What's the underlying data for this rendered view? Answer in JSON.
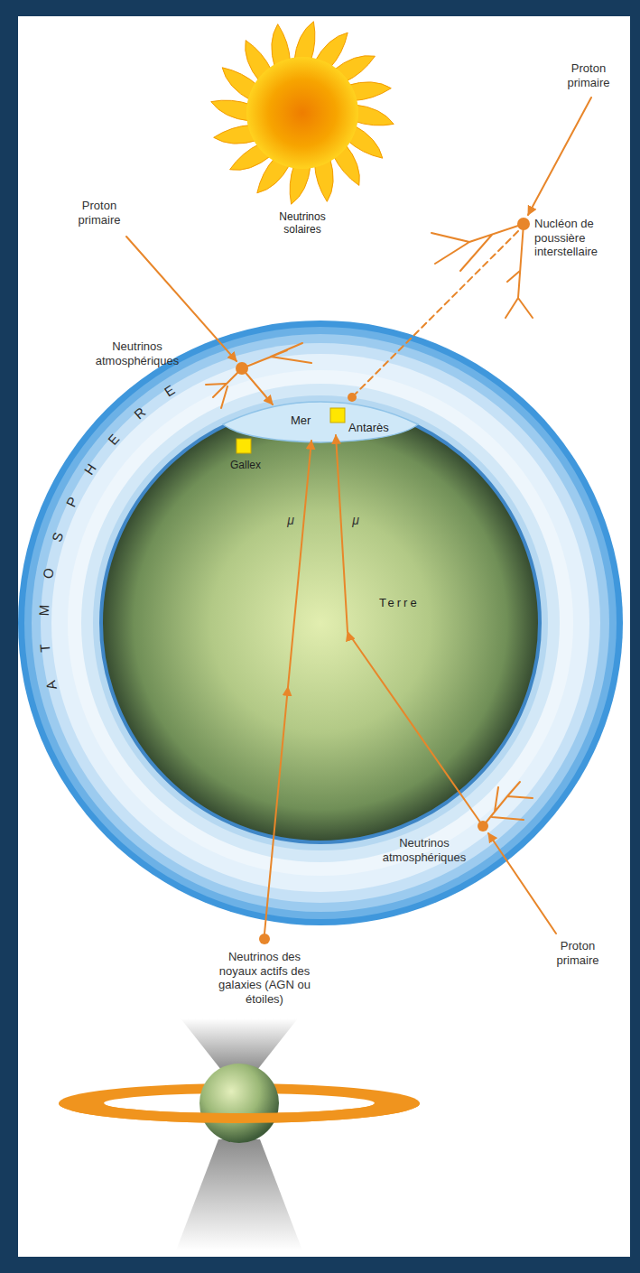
{
  "diagram": {
    "nodes": [
      {
        "text": [
          "Neutrinos solaires"
        ]
      },
      {
        "text": [
          "ATMOSPHERE"
        ]
      },
      {
        "text": [
          "Terre"
        ],
        "in": 1
      },
      {
        "text": [
          "Mer"
        ],
        "in": 2
      },
      {
        "text": [
          "Antarès"
        ],
        "in": 3
      },
      {
        "text": [
          "Gallex"
        ],
        "in": 2
      }
    ],
    "labels": [
      "Proton primaire",
      "Proton primaire",
      "Nucléon de poussière interstellaire",
      "Neutrinos atmosphériques",
      "μ",
      "μ",
      "Neutrinos atmosphériques",
      "Proton primaire",
      "Neutrinos des noyaux actifs des galaxies (AGN ou étoiles)"
    ]
  }
}
